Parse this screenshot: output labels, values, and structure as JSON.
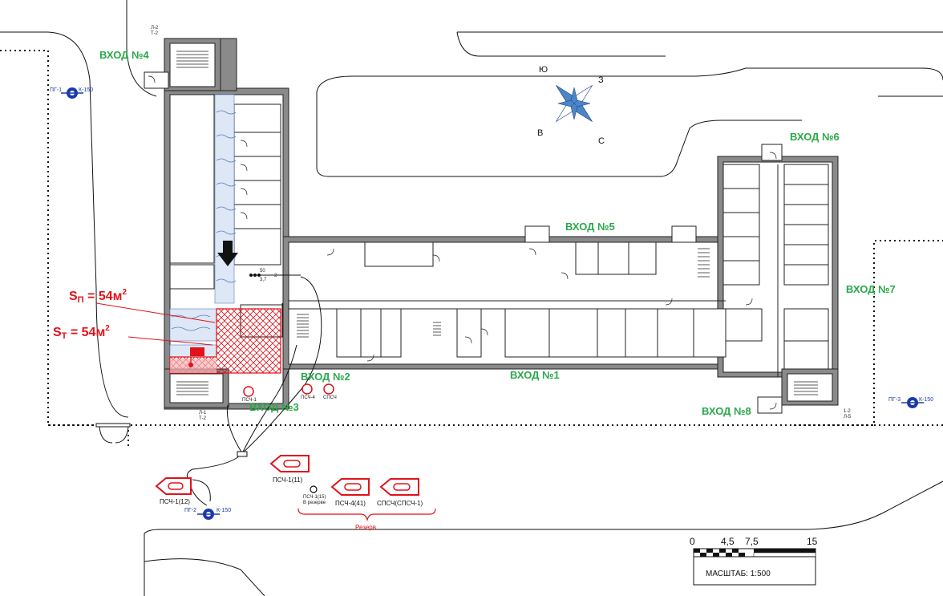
{
  "entrances": {
    "e1": "ВХОД №1",
    "e2": "ВХОД №2",
    "e3": "ВХОД №3",
    "e4": "ВХОД №4",
    "e5": "ВХОД №5",
    "e6": "ВХОД №6",
    "e7": "ВХОД №7",
    "e8": "ВХОД №8"
  },
  "areas": {
    "sp_prefix": "S",
    "sp_sub": "П",
    "sp_value": " = 54м",
    "sp_sup": "2",
    "st_prefix": "S",
    "st_sub": "Т",
    "st_value": " = 54м",
    "st_sup": "2"
  },
  "hydrants": {
    "pg1": "ПГ-1",
    "pg1_k": "К-150",
    "pg2": "ПГ-2",
    "pg2_k": "К-150",
    "pg3": "ПГ-3",
    "pg3_k": "К-150"
  },
  "trucks": {
    "t1": "ПСЧ-1(12)",
    "t2": "ПСЧ-1(11)",
    "t3": "ПСЧ-4(41)",
    "t4": "СПСЧ(СПСЧ-1)",
    "reserve_small": "ПСЧ-1(15)",
    "reserve_small2": "В резерве",
    "reserve_label": "Резерв"
  },
  "units_inside": {
    "u1": "ПСЧ-1",
    "u2": "ПСЧ-4",
    "u3": "СПСЧ",
    "hose_top": "50",
    "hose_bot": "3,7",
    "hose_arrow": "2"
  },
  "stair_labels": {
    "s1_top": "Л-2",
    "s1_bot": "Т-2",
    "s2_top": "Л-1",
    "s2_bot": "Т-2",
    "s3_top": "1-2",
    "s3_bot": "Л-5"
  },
  "compass": {
    "n_label": "Ю",
    "e_label": "З",
    "w_label": "В",
    "s_label": "С"
  },
  "scale": {
    "ticks": [
      "0",
      "4,5",
      "7,5",
      "15"
    ],
    "label": "МАСШТАБ:  1:500"
  },
  "colors": {
    "entrance": "#2aa84a",
    "fire": "#e0121a",
    "hydrant": "#1a3aa8",
    "smoke": "#5a7fc0"
  }
}
